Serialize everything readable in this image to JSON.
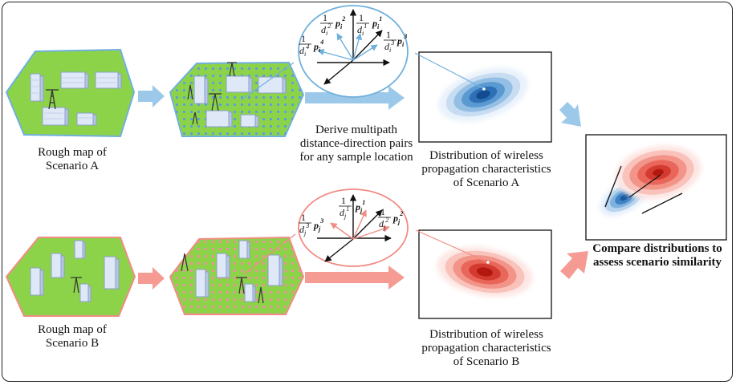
{
  "scenario_a": {
    "map_label": "Rough map of\nScenario A",
    "derive_label": "Derive multipath\ndistance-direction pairs\nfor any sample location",
    "distribution_label": "Distribution of wireless\npropagation characteristics\nof Scenario A",
    "accent_color": "#6fb0dc",
    "map_fill": "#8dd34a",
    "dot_color": "#5a9ede",
    "pairs": [
      {
        "dist": "d_i^4",
        "vec": "p_i^4"
      },
      {
        "dist": "d_i^2",
        "vec": "p_i^2"
      },
      {
        "dist": "d_i^1",
        "vec": "p_i^1"
      },
      {
        "dist": "d_i^3",
        "vec": "p_i^3"
      }
    ]
  },
  "scenario_b": {
    "map_label": "Rough map of\nScenario B",
    "distribution_label": "Distribution of wireless\npropagation characteristics\nof Scenario B",
    "accent_color": "#f08c84",
    "map_fill": "#8dd34a",
    "dot_color": "#f08ca0",
    "pairs": [
      {
        "dist": "d_j^3",
        "vec": "p_j^3"
      },
      {
        "dist": "d_j^1",
        "vec": "p_j^1"
      },
      {
        "dist": "d_j^2",
        "vec": "p_j^2"
      }
    ]
  },
  "compare": {
    "label": "Compare distributions to\nassess scenario similarity"
  }
}
